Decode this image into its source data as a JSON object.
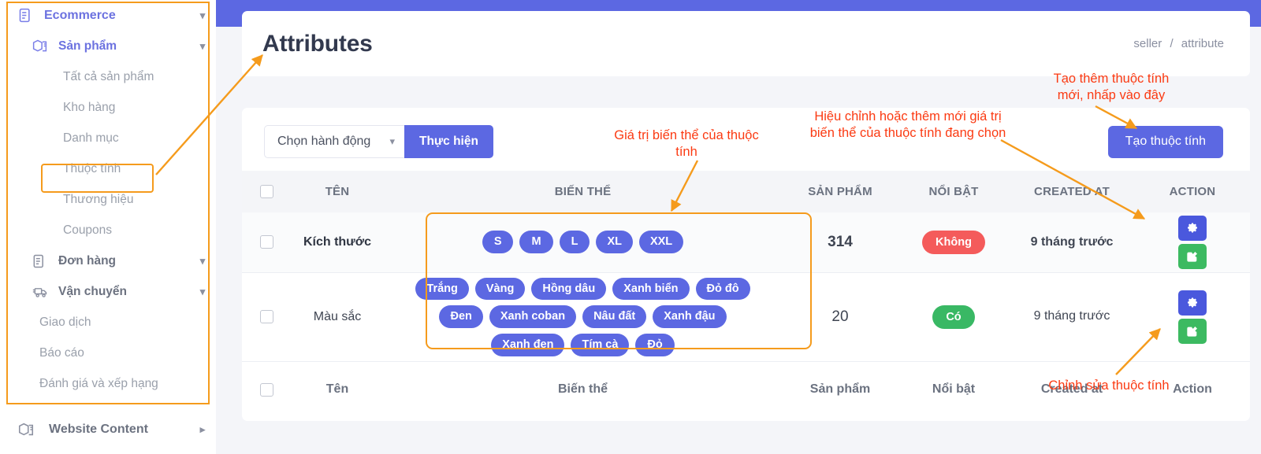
{
  "colors": {
    "primary": "#5c68e2",
    "annotation_red": "#fb3a12",
    "annotation_orange": "#f59b1c",
    "danger": "#f45b5b",
    "success": "#39b864"
  },
  "sidebar": {
    "items": [
      {
        "label": "Ecommerce",
        "icon": "clipboard-list-icon",
        "level": "root",
        "chevron": "chevron-down"
      },
      {
        "label": "Sản phẩm",
        "icon": "box-icon",
        "level": "sub",
        "chevron": "chevron-down"
      },
      {
        "label": "Tất cả sản phẩm",
        "icon": "",
        "level": "leaf",
        "chevron": ""
      },
      {
        "label": "Kho hàng",
        "icon": "",
        "level": "leaf",
        "chevron": ""
      },
      {
        "label": "Danh mục",
        "icon": "",
        "level": "leaf",
        "chevron": ""
      },
      {
        "label": "Thuộc tính",
        "icon": "",
        "level": "leaf",
        "chevron": ""
      },
      {
        "label": "Thương hiệu",
        "icon": "",
        "level": "leaf",
        "chevron": ""
      },
      {
        "label": "Coupons",
        "icon": "",
        "level": "leaf",
        "chevron": ""
      },
      {
        "label": "Đơn hàng",
        "icon": "clipboard-list-icon",
        "level": "sub",
        "chevron": "chevron-down"
      },
      {
        "label": "Vận chuyển",
        "icon": "truck-icon",
        "level": "sub",
        "chevron": "chevron-down"
      },
      {
        "label": "Giao dịch",
        "icon": "",
        "level": "plain",
        "chevron": ""
      },
      {
        "label": "Báo cáo",
        "icon": "",
        "level": "plain",
        "chevron": ""
      },
      {
        "label": "Đánh giá và xếp hạng",
        "icon": "",
        "level": "plain",
        "chevron": ""
      },
      {
        "label": "Website Content",
        "icon": "box-icon",
        "level": "grp",
        "chevron": "chevron-right"
      }
    ]
  },
  "header": {
    "title": "Attributes",
    "breadcrumb_root": "seller",
    "breadcrumb_sep": "/",
    "breadcrumb_current": "attribute"
  },
  "toolbar": {
    "bulk_select_value": "Chọn hành động",
    "execute_label": "Thực hiện",
    "create_label": "Tạo thuộc tính"
  },
  "table": {
    "headers": [
      "",
      "TÊN",
      "BIẾN THỂ",
      "SẢN PHẨM",
      "NỔI BẬT",
      "CREATED AT",
      "ACTION"
    ],
    "footers": [
      "",
      "Tên",
      "Biến thể",
      "Sản phẩm",
      "Nổi bật",
      "Created at",
      "Action"
    ],
    "rows": [
      {
        "name": "Kích thước",
        "variants": [
          "S",
          "M",
          "L",
          "XL",
          "XXL"
        ],
        "products": "314",
        "featured": "Không",
        "featured_state": "no",
        "created_at": "9 tháng trước"
      },
      {
        "name": "Màu sắc",
        "variants": [
          "Trắng",
          "Vàng",
          "Hồng dâu",
          "Xanh biển",
          "Đỏ đô",
          "Đen",
          "Xanh coban",
          "Nâu đất",
          "Xanh đậu",
          "Xanh đen",
          "Tím cà",
          "Đỏ"
        ],
        "products": "20",
        "featured": "Có",
        "featured_state": "yes",
        "created_at": "9 tháng trước"
      }
    ]
  },
  "annotations": [
    {
      "id": "variant-values",
      "text": "Giá trị biến thể của thuộc\ntính"
    },
    {
      "id": "edit-variants",
      "text": "Hiệu chỉnh hoặc thêm mới giá trị\nbiến thể của thuộc tính đang chọn"
    },
    {
      "id": "create-new",
      "text": "Tạo thêm thuộc tính\nmới, nhấp vào đây"
    },
    {
      "id": "edit-attribute",
      "text": "Chỉnh sửa thuộc tính"
    }
  ]
}
